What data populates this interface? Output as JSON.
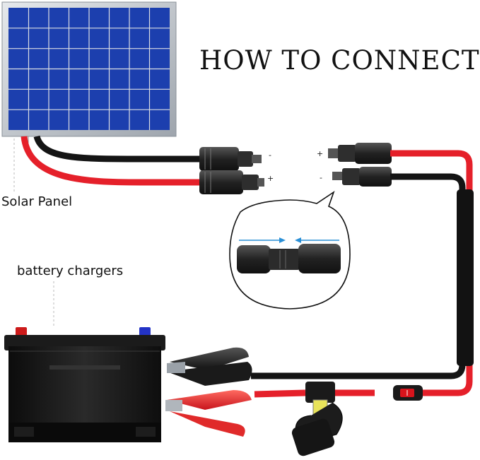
{
  "title": "HOW TO CONNECT",
  "labels": {
    "solar_panel": "Solar Panel",
    "battery": "battery chargers"
  },
  "polarity": {
    "left_top": "-",
    "left_bottom": "+",
    "right_top": "+",
    "right_bottom": "-"
  },
  "colors": {
    "panel_cell": "#1c3fae",
    "panel_frame": "#c7ccd2",
    "cable_red": "#e5202a",
    "cable_black": "#141414",
    "connector": "#2a2a2a",
    "arrow_blue": "#2a8fd6",
    "fuse_yellow": "#e8e35a",
    "switch_red": "#d8141c"
  }
}
